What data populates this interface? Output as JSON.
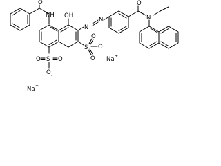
{
  "atoms": {
    "o_benzoyl": "O",
    "nh": "NH",
    "oh": "OH",
    "n_azo1": "N",
    "n_azo2": "N",
    "o_amide": "O",
    "n_amide": "N",
    "s1": "S",
    "o_s1a": "O",
    "o_s1b": "O",
    "o_s1c": "O",
    "s2": "S",
    "o_s2a": "O",
    "o_s2b": "O",
    "o_s2c": "O"
  },
  "counterions": {
    "na1": "Na",
    "na1_charge": "+",
    "na2": "Na",
    "na2_charge": "+",
    "o1_charge": "-",
    "o2_charge": "-"
  }
}
